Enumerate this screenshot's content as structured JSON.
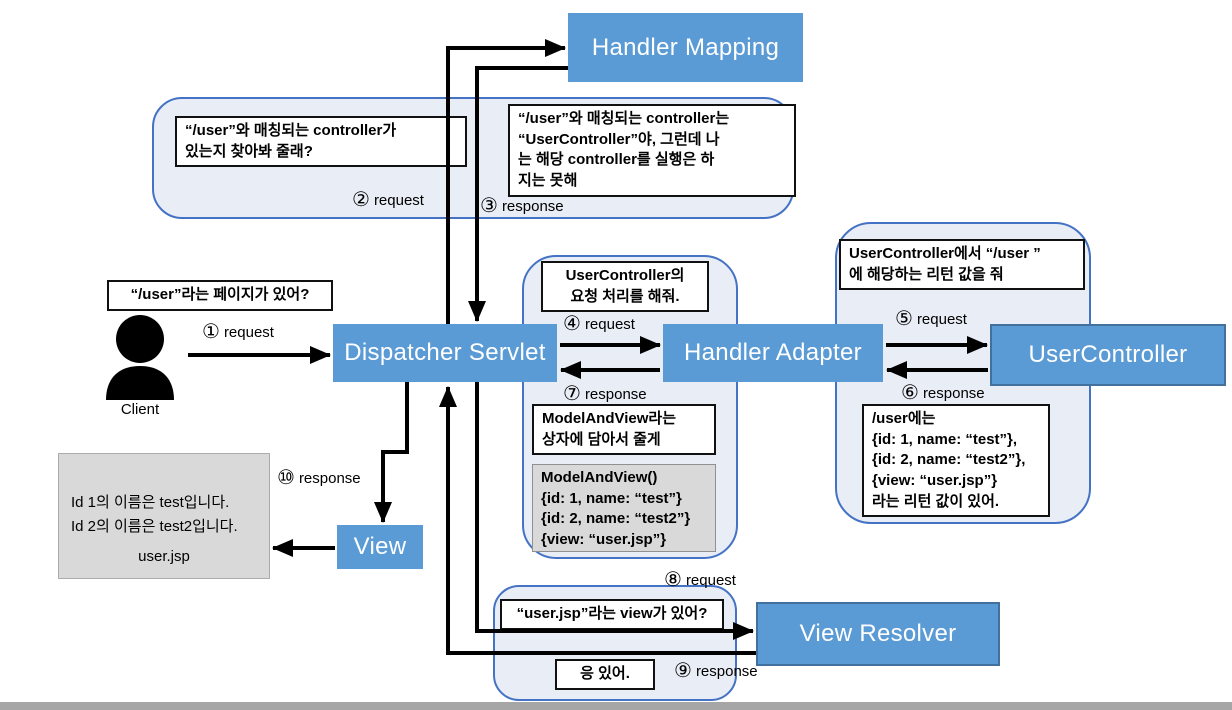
{
  "nodes": {
    "handler_mapping": "Handler Mapping",
    "dispatcher_servlet": "Dispatcher Servlet",
    "handler_adapter": "Handler Adapter",
    "user_controller": "UserController",
    "view": "View",
    "view_resolver": "View Resolver",
    "client": "Client"
  },
  "flow_labels": {
    "step1": {
      "num": "①",
      "text": "request"
    },
    "step2": {
      "num": "②",
      "text": "request"
    },
    "step3": {
      "num": "③",
      "text": "response"
    },
    "step4": {
      "num": "④",
      "text": "request"
    },
    "step5": {
      "num": "⑤",
      "text": "request"
    },
    "step6": {
      "num": "⑥",
      "text": "response"
    },
    "step7": {
      "num": "⑦",
      "text": "response"
    },
    "step8": {
      "num": "⑧",
      "text": "request"
    },
    "step9": {
      "num": "⑨",
      "text": "response"
    },
    "step10": {
      "num": "⑩",
      "text": "response"
    }
  },
  "messages": {
    "client_question": "“/user”라는 페이지가 있어?",
    "mapping_request": "“/user”와 매칭되는 controller가\n있는지 찾아봐 줄래?",
    "mapping_response": "“/user”와 매칭되는 controller는\n“UserController”야, 그런데 나\n는 해당 controller를 실행은 하\n지는 못해",
    "adapter_request": "UserController의\n요청 처리를 해줘.",
    "adapter_response": "ModelAndView라는\n상자에 담아서 줄게",
    "model_and_view": "ModelAndView()\n{id: 1, name: “test”}\n{id: 2, name: “test2”}\n{view: “user.jsp”}",
    "controller_request": "UserController에서 “/user ”\n에 해당하는 리턴 값을 줘",
    "controller_response": "/user에는\n{id: 1, name: “test”},\n{id: 2, name: “test2”},\n{view: “user.jsp”}\n라는 리턴 값이 있어.",
    "resolver_request": "“user.jsp”라는 view가 있어?",
    "resolver_response": "응 있어.",
    "jsp_output": "Id 1의 이름은 test입니다.\nId 2의 이름은 test2입니다.",
    "jsp_filename": "user.jsp"
  },
  "colors": {
    "node_fill": "#5B9BD5",
    "node_border": "#41719C",
    "bubble_fill": "#E9EDF6",
    "bubble_border": "#4472C4",
    "grey_fill": "#D9D9D9",
    "footer_bar": "#A6A6A6",
    "arrow": "#000000"
  }
}
